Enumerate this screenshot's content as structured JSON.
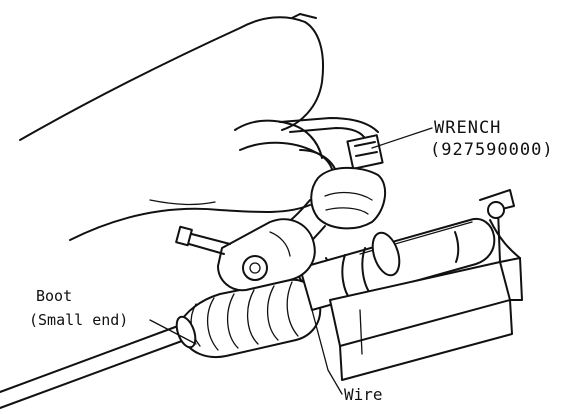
{
  "labels": {
    "wrench": "WRENCH",
    "wrench_part_number": "(927590000)",
    "boot": "Boot",
    "boot_detail": "(Small end)",
    "wire": "Wire"
  }
}
